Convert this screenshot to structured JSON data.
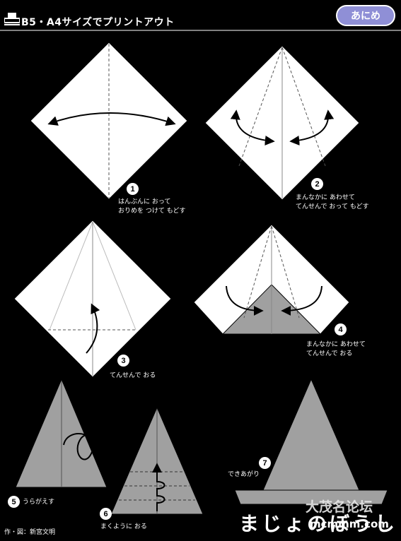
{
  "header": {
    "title": "B5・A4サイズでプリントアウト",
    "printer_icon": "printer-icon"
  },
  "anime_button": {
    "label": "あにめ"
  },
  "steps": [
    {
      "number": "1",
      "caption_lines": [
        "はんぶんに おって",
        "おりめを つけて もどす"
      ]
    },
    {
      "number": "2",
      "caption_lines": [
        "まんなかに あわせて",
        "てんせんで おって もどす"
      ]
    },
    {
      "number": "3",
      "caption_lines": [
        "てんせんで おる"
      ]
    },
    {
      "number": "4",
      "caption_lines": [
        "まんなかに あわせて",
        "てんせんで おる"
      ]
    },
    {
      "number": "5",
      "caption_lines": [
        "うらがえす"
      ]
    },
    {
      "number": "6",
      "caption_lines": [
        "まくように おる"
      ]
    },
    {
      "number": "7",
      "caption_lines": [
        "できあがり"
      ]
    }
  ],
  "credit": "作・図：新宮文明",
  "bottom_title": "まじょのぼうし",
  "watermark": {
    "text": "大茂名论坛",
    "url": "mcmmm.com"
  },
  "colors": {
    "background": "#000000",
    "paper_white": "#ffffff",
    "paper_gray": "#a0a0a0",
    "button_fill": "#8f8fd6"
  }
}
